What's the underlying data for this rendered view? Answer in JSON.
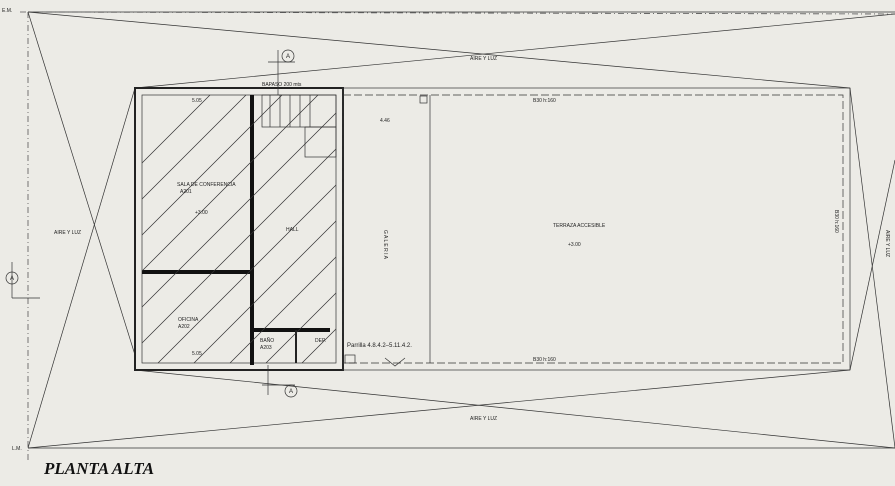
{
  "title": "PLANTA ALTA",
  "corner_marks": {
    "top_left": "E.M.",
    "bottom_left": "L.M."
  },
  "aire_y_luz": {
    "top": "AIRE Y LUZ",
    "bottom": "AIRE Y LUZ",
    "left": "AIRE Y LUZ",
    "right": "AIRE Y LUZ"
  },
  "section_markers": {
    "a_left": "A",
    "a_top": "A",
    "a_bottom": "A"
  },
  "annotation_top": "BAPASO 200 mts",
  "rooms": {
    "sala": {
      "name": "SALA DE CONFERENCIA",
      "code": "A201",
      "level": "+3.00"
    },
    "hall": {
      "name": "HALL"
    },
    "oficina": {
      "name": "OFICINA",
      "code": "A202"
    },
    "bano": {
      "name": "BAÑO",
      "code": "A203"
    },
    "dep": {
      "name": "DEP."
    },
    "galeria": {
      "name": "G A L E R I A"
    },
    "terraza": {
      "name": "TERRAZA ACCESIBLE",
      "level": "+3.00"
    }
  },
  "dimensions": {
    "top": "B30 h:160",
    "bottom": "B30 h:160",
    "right": "B30 h:160",
    "dim1": "5.05",
    "dim2": "4.46",
    "dim3": "5.05"
  },
  "parrilla": "Parrilla 4.8.4.2–5.11.4.2."
}
